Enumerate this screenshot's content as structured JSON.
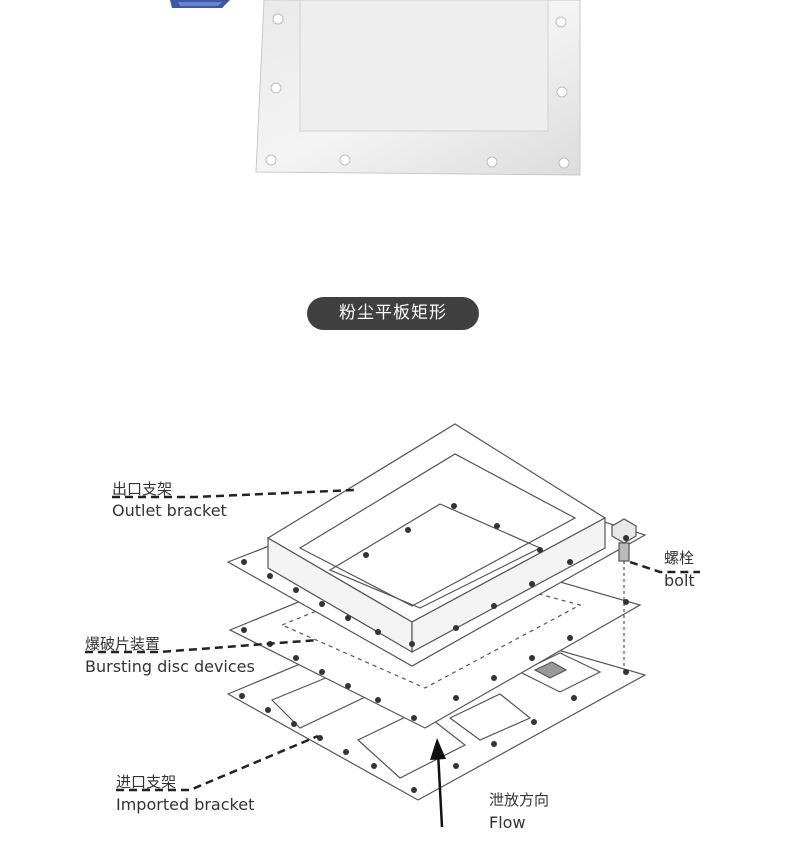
{
  "header_badge": "粉尘平板矩形",
  "diagram": {
    "labels": {
      "outlet_cn": "出口支架",
      "outlet_en": "Outlet bracket",
      "bursting_cn": "爆破片装置",
      "bursting_en": "Bursting disc devices",
      "imported_cn": "进口支架",
      "imported_en": "Imported bracket",
      "bolt_cn": "螺栓",
      "bolt_en": "bolt",
      "flow_cn": "泄放方向",
      "flow_en": "Flow"
    }
  }
}
